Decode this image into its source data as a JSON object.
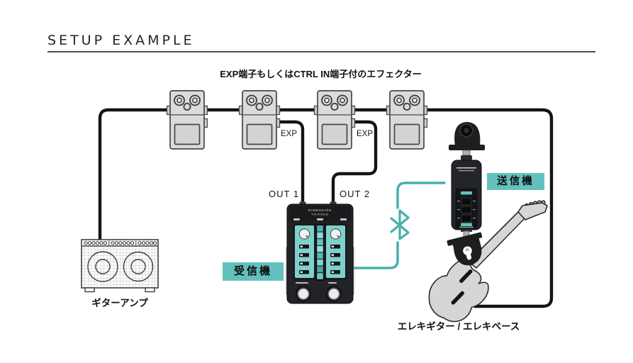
{
  "header": {
    "title": "SETUP EXAMPLE"
  },
  "captions": {
    "effects_row": "EXP端子もしくはCTRL IN端子付のエフェクター",
    "amp": "ギターアンプ",
    "guitar": "エレキギター / エレキベース"
  },
  "connection_labels": {
    "exp_1": "EXP",
    "exp_2": "EXP",
    "out_1": "OUT 1",
    "out_2": "OUT 2"
  },
  "badges": {
    "receiver": "受信機",
    "transmitter": "送信機"
  },
  "receiver_unit": {
    "brand_line_1": "DIMENSION",
    "brand_line_2": "TRIPPER"
  },
  "diagram": {
    "pedal_count": 4,
    "wireless_icon": "bluetooth"
  },
  "colors": {
    "teal_badge": "#63c1bd",
    "teal_line": "#45b1ac",
    "receiver_panel_teal": "#7fd0cc",
    "cable_black": "#141414",
    "device_body": "#222326"
  }
}
